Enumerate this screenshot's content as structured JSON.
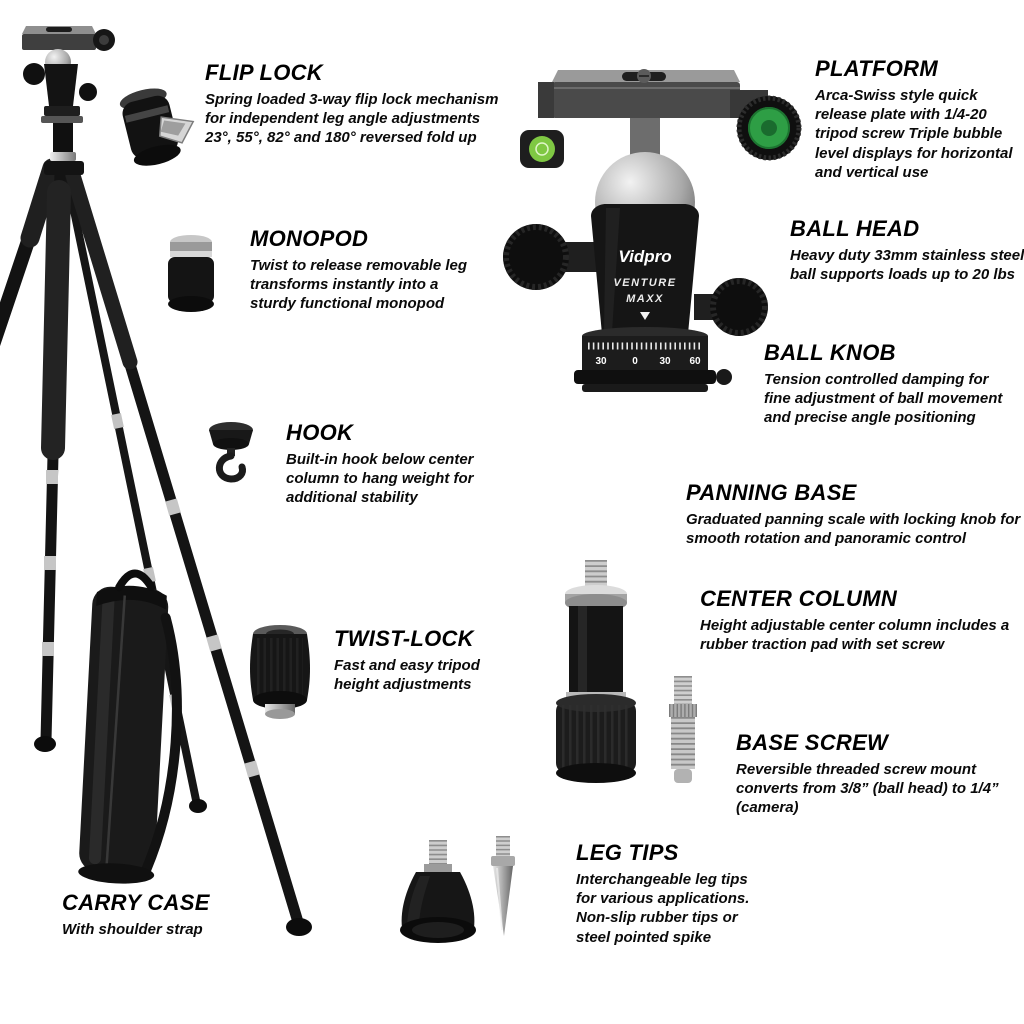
{
  "page": {
    "background": "#ffffff"
  },
  "brand": {
    "logo_text": "Vidpro",
    "model_text_1": "VENTURE",
    "model_text_2": "MAXX",
    "panning_scale_labels": [
      "30",
      "0",
      "30",
      "60"
    ],
    "accent_green": "#2e9e45"
  },
  "annotations": {
    "flip_lock": {
      "title": "FLIP LOCK",
      "desc": "Spring loaded 3-way flip lock mechanism for independent leg angle adjustments 23°, 55°, 82° and 180° reversed fold up"
    },
    "monopod": {
      "title": "MONOPOD",
      "desc": "Twist to release removable leg transforms instantly into a sturdy functional monopod"
    },
    "hook": {
      "title": "HOOK",
      "desc": "Built-in hook below center column to hang weight for additional stability"
    },
    "twist_lock": {
      "title": "TWIST-LOCK",
      "desc": "Fast and easy tripod height adjustments"
    },
    "carry_case": {
      "title": "CARRY CASE",
      "desc": "With shoulder strap"
    },
    "platform": {
      "title": "PLATFORM",
      "desc": "Arca-Swiss style quick release plate with 1/4-20 tripod screw Triple bubble level displays for horizontal and vertical use"
    },
    "ball_head": {
      "title": "BALL HEAD",
      "desc": "Heavy duty 33mm stainless steel ball supports loads up to 20 lbs"
    },
    "ball_knob": {
      "title": "BALL KNOB",
      "desc": "Tension controlled damping for fine adjustment of ball movement and precise angle positioning"
    },
    "panning_base": {
      "title": "PANNING BASE",
      "desc": "Graduated panning scale with locking knob for smooth rotation and panoramic control"
    },
    "center_column": {
      "title": "CENTER COLUMN",
      "desc": "Height adjustable center column includes a rubber traction pad with set screw"
    },
    "base_screw": {
      "title": "BASE SCREW",
      "desc": "Reversible threaded screw mount converts from 3/8” (ball head) to 1/4” (camera)"
    },
    "leg_tips": {
      "title": "LEG TIPS",
      "desc": "Interchangeable leg tips for various applications. Non-slip rubber tips or steel pointed spike"
    }
  }
}
